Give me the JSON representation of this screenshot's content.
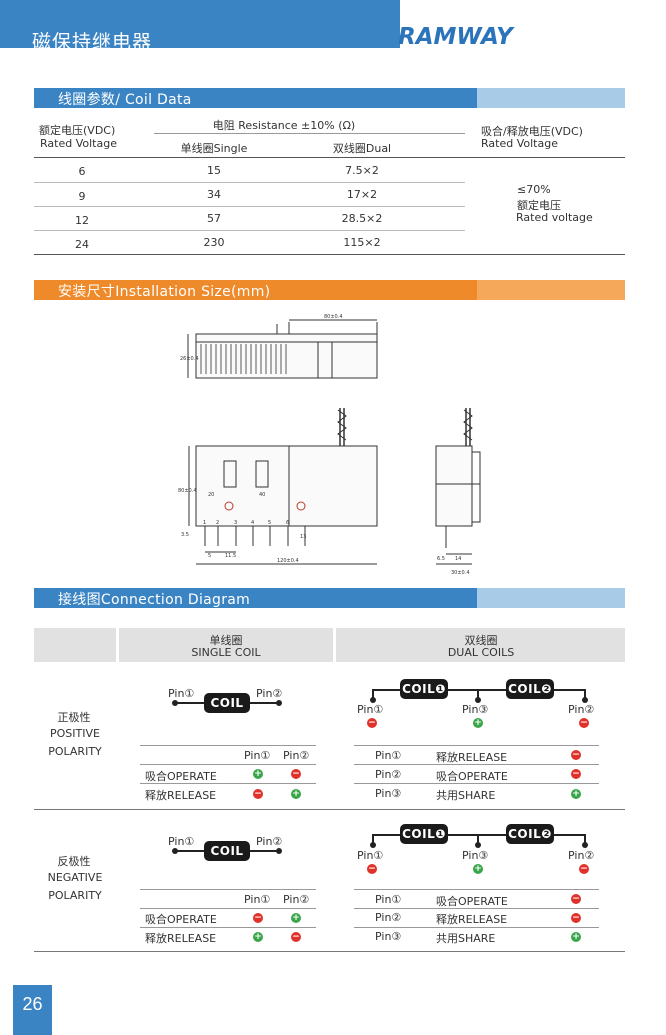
{
  "header": {
    "title": "磁保持继电器",
    "logo": "RAMWAY"
  },
  "coil_section": {
    "title": "线圈参数/ Coil  Data",
    "col_rated_cn": "额定电压(VDC)",
    "col_rated_en": "Rated Voltage",
    "col_resistance": "电阻 Resistance ±10% (Ω)",
    "col_single": "单线圈Single",
    "col_dual": "双线圈Dual",
    "col_operate_cn": "吸合/释放电压(VDC)",
    "col_operate_en": "Rated Voltage",
    "rows": [
      {
        "voltage": "6",
        "single": "15",
        "dual": "7.5×2"
      },
      {
        "voltage": "9",
        "single": "34",
        "dual": "17×2"
      },
      {
        "voltage": "12",
        "single": "57",
        "dual": "28.5×2"
      },
      {
        "voltage": "24",
        "single": "230",
        "dual": "115×2"
      }
    ],
    "operate_value": "≤70%",
    "operate_cn": "额定电压",
    "operate_en": "Rated voltage"
  },
  "install_section": {
    "title": "安装尺寸Installation Size(mm)",
    "dims": {
      "top_width": "80±0.4",
      "top_height": "26±0.4",
      "front_height": "80±0.4",
      "front_width": "120±0.4",
      "side_width": "30±0.4",
      "pin_labels": [
        "1",
        "2",
        "3",
        "4",
        "5",
        "6"
      ],
      "d20": "20",
      "d40": "40",
      "d35": "3.5",
      "d13": "13",
      "d5": "5",
      "d115": "11.5",
      "d14": "14",
      "d65": "6.5"
    }
  },
  "connection_section": {
    "title": "接线图Connection Diagram",
    "single_cn": "单线圈",
    "single_en": "SINGLE COIL",
    "dual_cn": "双线圈",
    "dual_en": "DUAL COILS",
    "coil": "COIL",
    "coil1": "COIL❶",
    "coil2": "COIL❷",
    "pin1": "Pin①",
    "pin2": "Pin②",
    "pin3": "Pin③",
    "positive": {
      "cn": "正极性",
      "en1": "POSITIVE",
      "en2": "POLARITY",
      "single_rows": [
        {
          "label": "吸合OPERATE",
          "p1": "+",
          "p2": "−"
        },
        {
          "label": "释放RELEASE",
          "p1": "−",
          "p2": "+"
        }
      ],
      "dual_rows": [
        {
          "pin": "Pin①",
          "label": "释放RELEASE",
          "sign": "−"
        },
        {
          "pin": "Pin②",
          "label": "吸合OPERATE",
          "sign": "−"
        },
        {
          "pin": "Pin③",
          "label": "共用SHARE",
          "sign": "+"
        }
      ]
    },
    "negative": {
      "cn": "反极性",
      "en1": "NEGATIVE",
      "en2": "POLARITY",
      "single_rows": [
        {
          "label": "吸合OPERATE",
          "p1": "−",
          "p2": "+"
        },
        {
          "label": "释放RELEASE",
          "p1": "+",
          "p2": "−"
        }
      ],
      "dual_rows": [
        {
          "pin": "Pin①",
          "label": "吸合OPERATE",
          "sign": "−"
        },
        {
          "pin": "Pin②",
          "label": "释放RELEASE",
          "sign": "−"
        },
        {
          "pin": "Pin③",
          "label": "共用SHARE",
          "sign": "+"
        }
      ]
    }
  },
  "page": {
    "number": "26"
  },
  "colors": {
    "blue": "#3b84c4",
    "light_blue": "#a8cbe8",
    "orange": "#ef8a2a",
    "plus": "#3aa64a",
    "minus": "#e0322a"
  }
}
